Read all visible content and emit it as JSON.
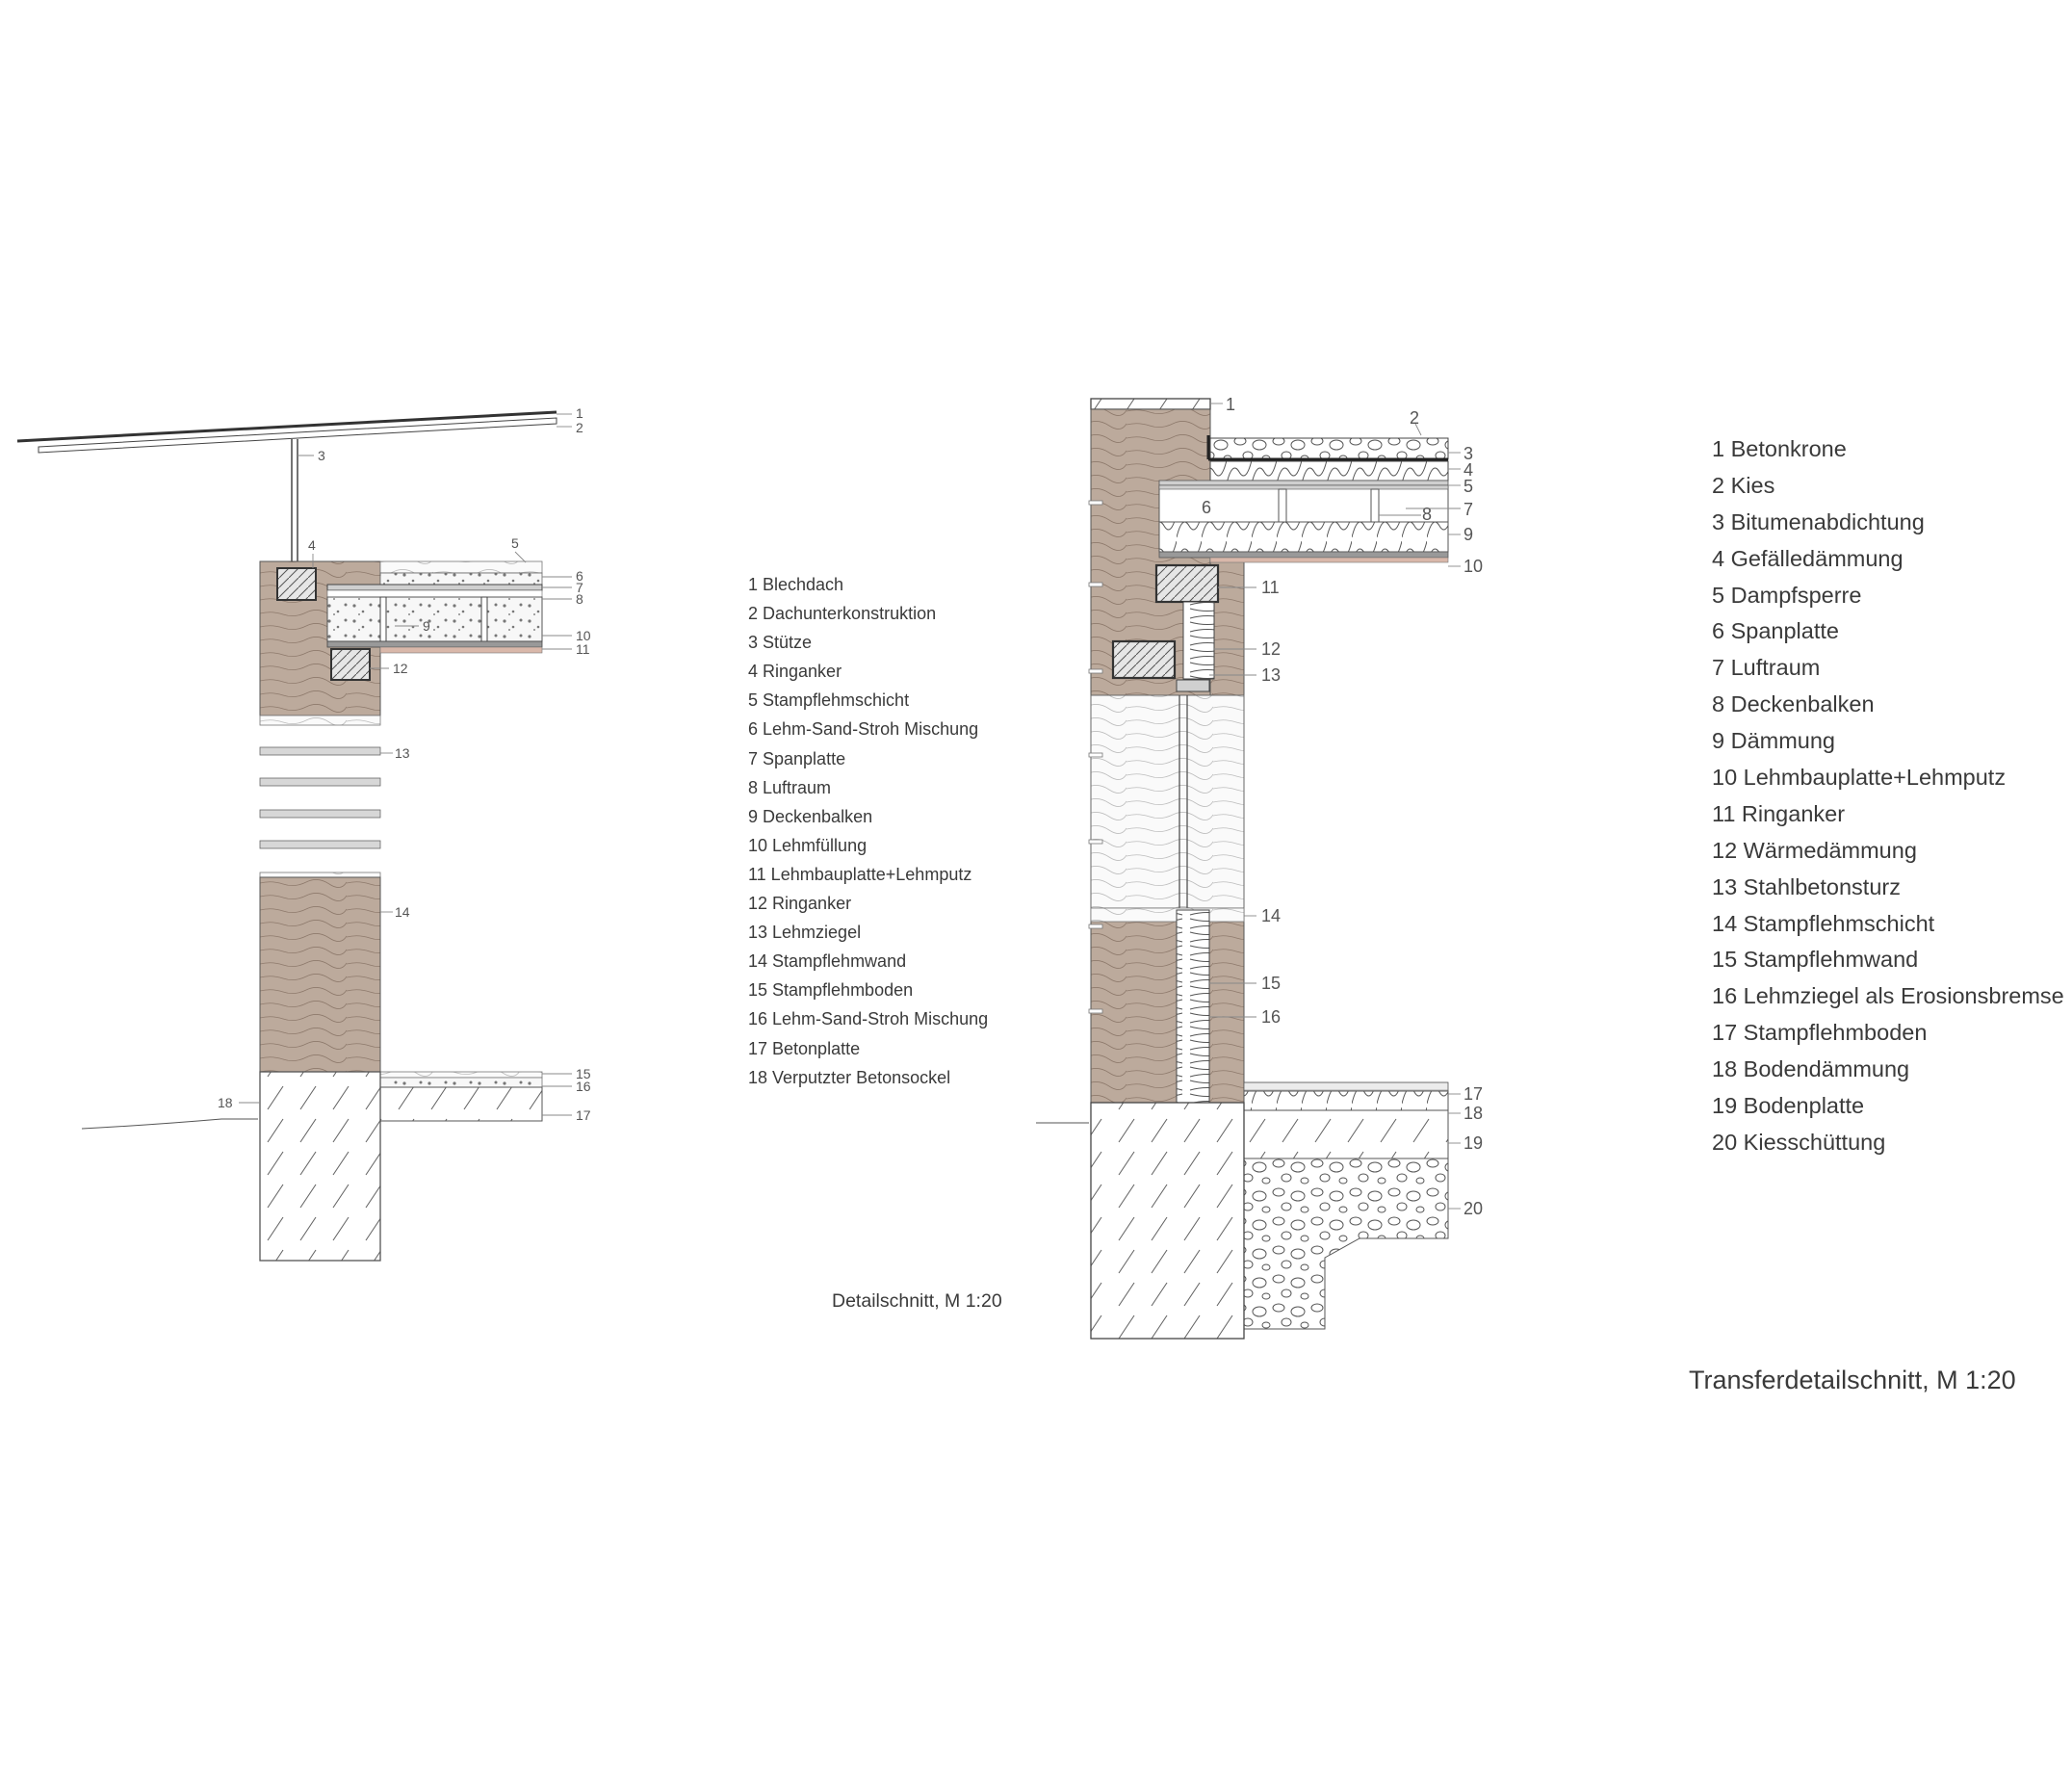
{
  "left_drawing": {
    "legend": [
      "1 Blechdach",
      "2 Dachunterkonstruktion",
      "3 Stütze",
      "4 Ringanker",
      "5 Stampflehmschicht",
      "6 Lehm-Sand-Stroh Mischung",
      "7 Spanplatte",
      "8 Luftraum",
      "9 Deckenbalken",
      "10 Lehmfüllung",
      "11 Lehmbauplatte+Lehmputz",
      "12 Ringanker",
      "13 Lehmziegel",
      "14 Stampflehmwand",
      "15 Stampflehmboden",
      "16 Lehm-Sand-Stroh Mischung",
      "17 Betonplatte",
      "18 Verputzter Betonsockel"
    ],
    "caption": "Detailschnitt, M 1:20",
    "callouts": [
      "1",
      "2",
      "3",
      "4",
      "5",
      "6",
      "7",
      "8",
      "9",
      "10",
      "11",
      "12",
      "13",
      "14",
      "15",
      "16",
      "17",
      "18"
    ]
  },
  "right_drawing": {
    "legend": [
      "1 Betonkrone",
      "2 Kies",
      "3 Bitumenabdichtung",
      "4 Gefälledämmung",
      "5 Dampfsperre",
      "6 Spanplatte",
      "7 Luftraum",
      "8 Deckenbalken",
      "9 Dämmung",
      "10 Lehmbauplatte+Lehmputz",
      "11 Ringanker",
      "12 Wärmedämmung",
      "13 Stahlbetonsturz",
      "14 Stampflehmschicht",
      "15 Stampflehmwand",
      "16 Lehmziegel als Erosionsbremse",
      "17 Stampflehmboden",
      "18 Bodendämmung",
      "19 Bodenplatte",
      "20 Kiesschüttung"
    ],
    "caption": "Transferdetailschnitt, M 1:20",
    "callouts": [
      "1",
      "2",
      "3",
      "4",
      "5",
      "6",
      "7",
      "8",
      "9",
      "10",
      "11",
      "12",
      "13",
      "14",
      "15",
      "16",
      "17",
      "18",
      "19",
      "20"
    ]
  },
  "colors": {
    "earth": "#bcaa9c",
    "ink": "#4a4a4a",
    "text": "#3a3a3a",
    "concrete_hatch": "#666666"
  }
}
